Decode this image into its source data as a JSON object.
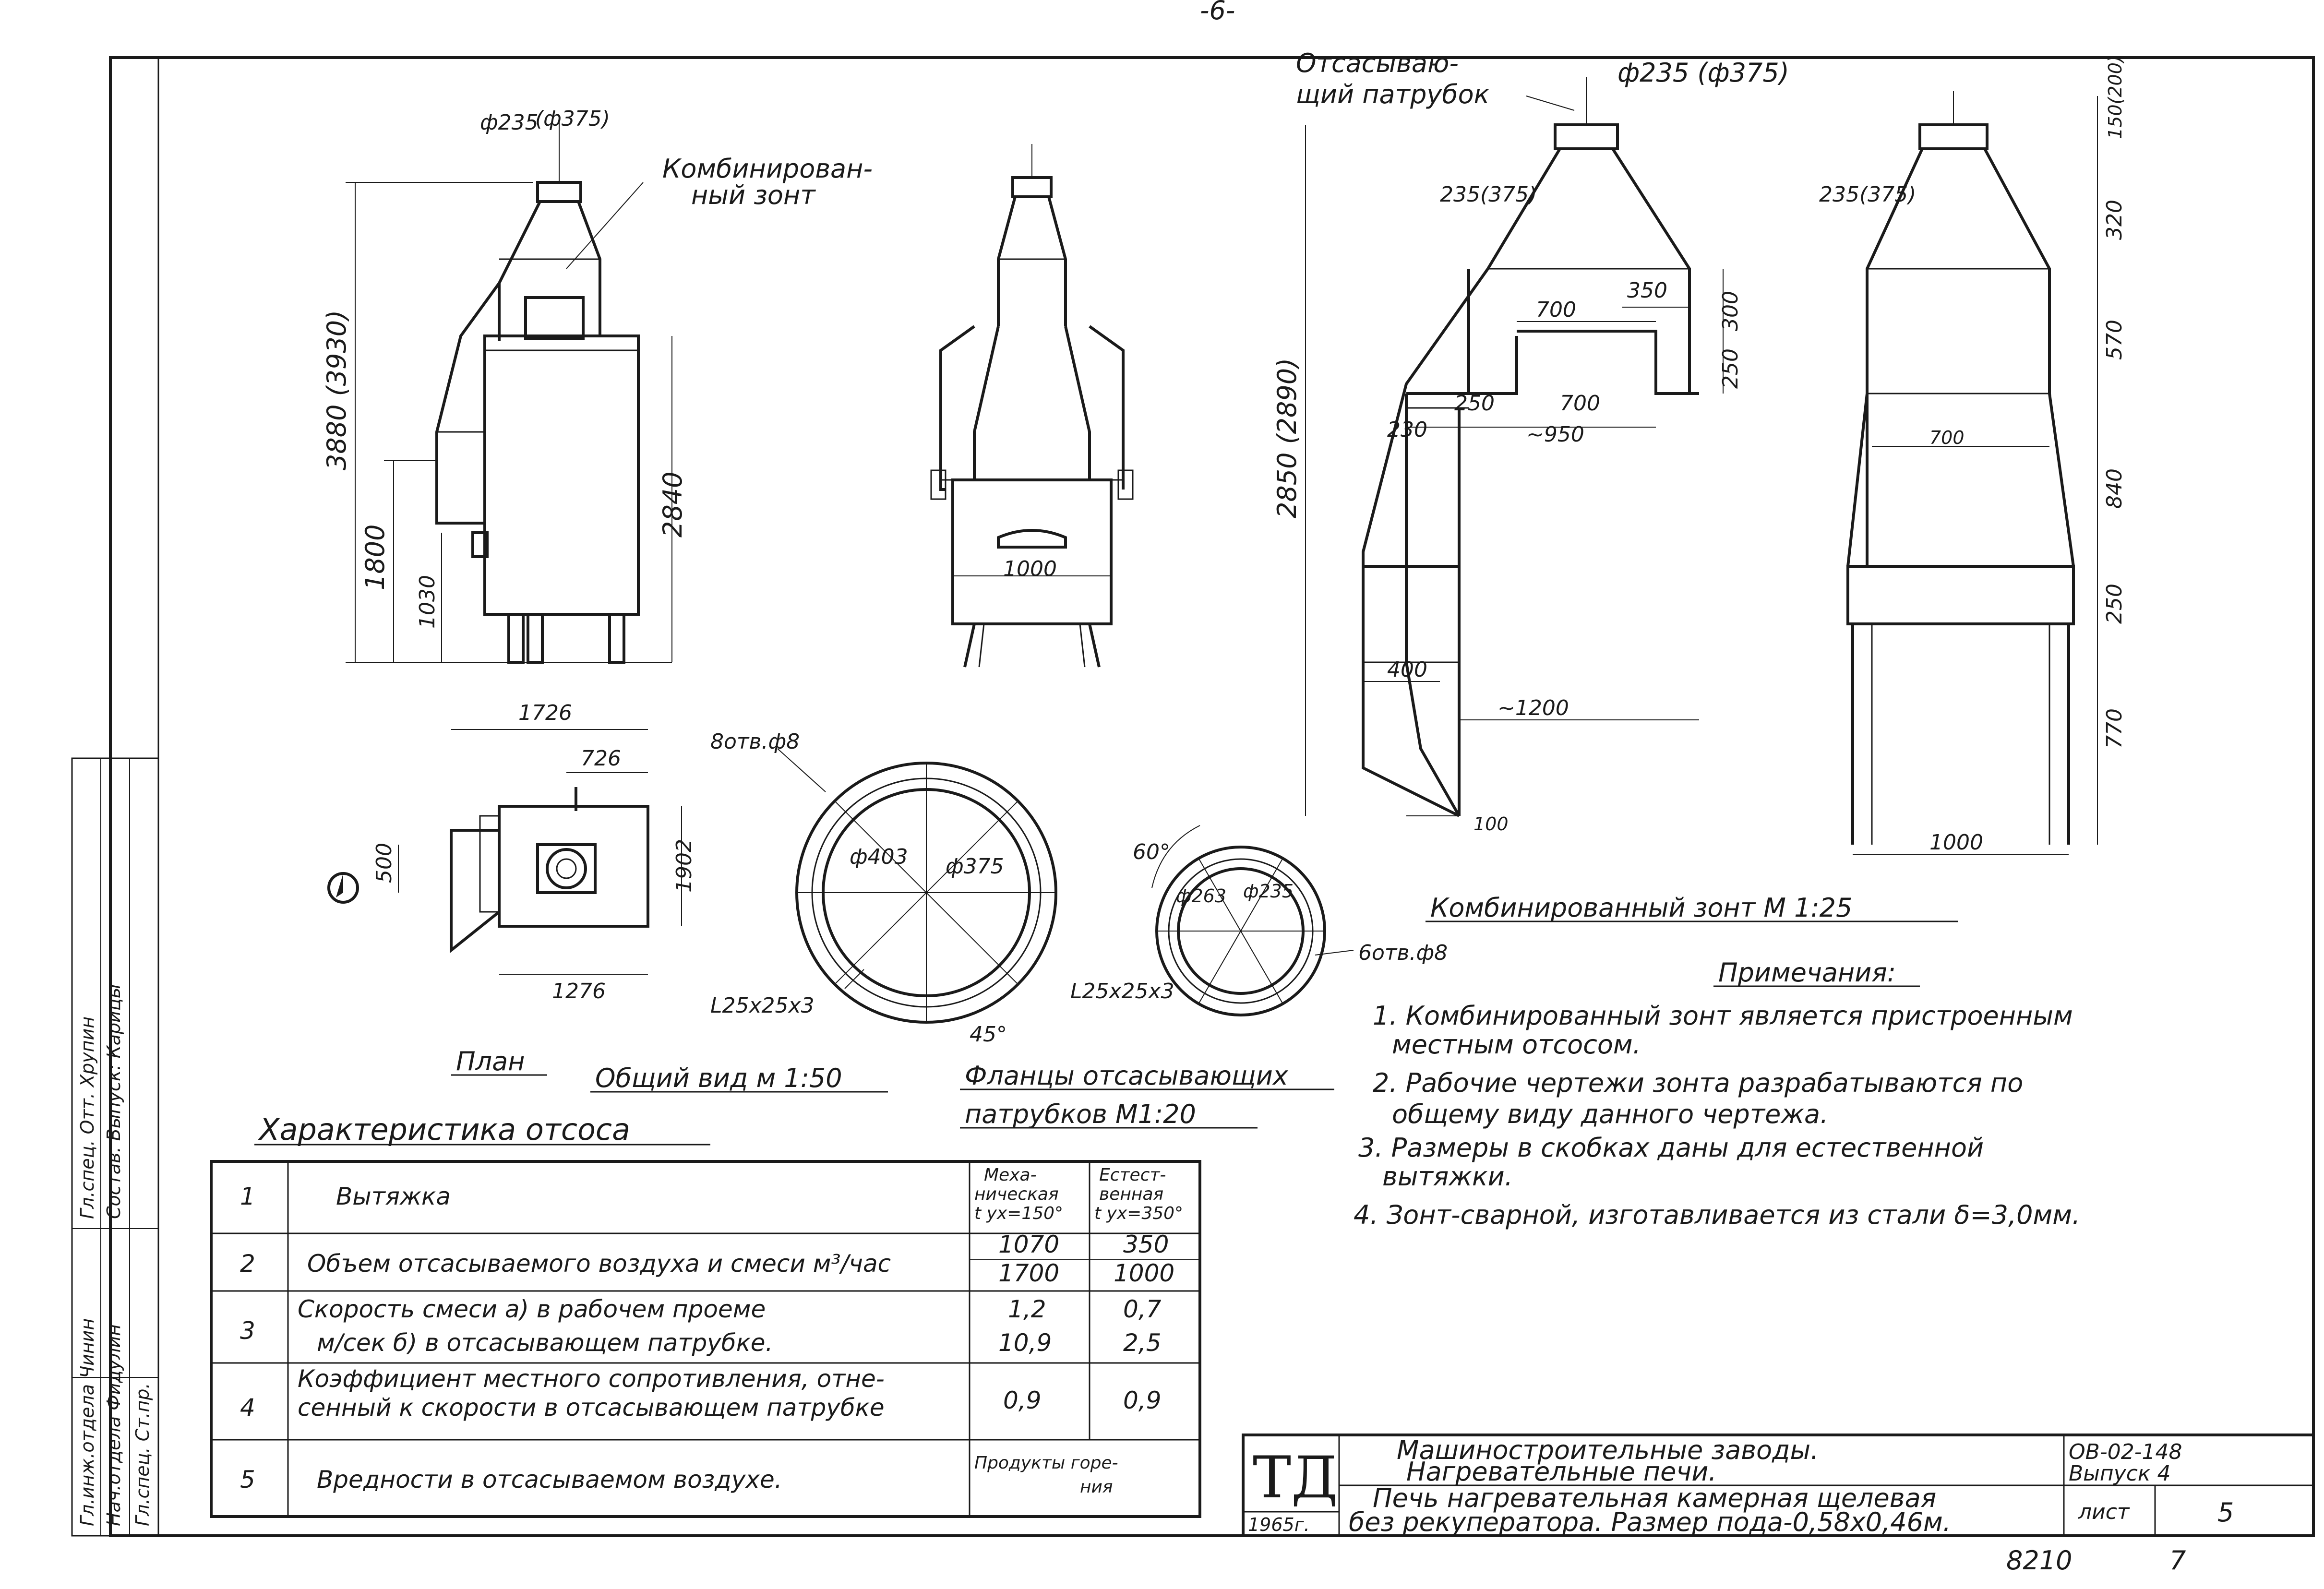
{
  "page_number": "-6-",
  "general_view": {
    "label_hood": "Комбинирован-\nный зонт",
    "top_dim": "ф235",
    "top_dim_alt": "(ф375)",
    "height_total": "3880 (3930)",
    "height_1800": "1800",
    "height_1030": "1030",
    "height_2840": "2840",
    "dim_1000": "1000",
    "caption": "Общий вид м 1:50"
  },
  "plan": {
    "dim_1726": "1726",
    "dim_726": "726",
    "dim_500": "500",
    "dim_1902": "1902",
    "dim_1276": "1276",
    "caption": "План"
  },
  "flanges": {
    "holes_left": "8отв.ф8",
    "d403": "ф403",
    "d375": "ф375",
    "angle_left": "L25x25x3",
    "angle_45": "45°",
    "angle_60": "60°",
    "d263": "ф263",
    "d235": "ф235",
    "angle_right": "L25x25x3",
    "holes_right": "6отв.ф8",
    "caption_line1": "Фланцы отсасывающих",
    "caption_line2": "патрубков  М1:20"
  },
  "hood_detail": {
    "label_outlet": "Отсасываю-\nщий патрубок",
    "top_dim": "ф235 (ф375)",
    "dim_235_375_left": "235(375)",
    "dim_235_375_right": "235(375)",
    "dim_150_200": "150(200)",
    "dim_350": "350",
    "dim_700_top": "700",
    "dim_300": "300",
    "dim_250_v": "250",
    "dim_250_h": "250",
    "dim_700_mid": "700",
    "dim_230": "230",
    "dim_950": "~950",
    "height_total": "2850 (2890)",
    "dim_400": "400",
    "dim_1200": "~1200",
    "dim_100": "100",
    "side_320": "320",
    "side_570": "570",
    "side_700": "700",
    "side_840": "840",
    "side_250": "250",
    "side_770": "770",
    "side_1000": "1000",
    "caption": "Комбинированный зонт  М 1:25"
  },
  "notes": {
    "title": "Примечания:",
    "items": [
      "1. Комбинированный зонт является пристроенным",
      "местным отсосом.",
      "2. Рабочие чертежи зонта разрабатываются по",
      "общему виду данного чертежа.",
      "3. Размеры  в скобках даны для естественной",
      "вытяжки.",
      "4. Зонт-сварной, изготавливается из стали δ=3,0мм."
    ]
  },
  "characteristics": {
    "title": "Характеристика отсоса",
    "header": {
      "num": "1",
      "name": "Вытяжка",
      "col_mech": "Меха-\nническая\nt ух=150°",
      "col_nat": "Естест-\nвенная\nt ух=350°"
    },
    "rows": [
      {
        "num": "2",
        "name": "Объем отсасываемого воздуха и смеси м³/час",
        "mech": "1070\n1700",
        "nat": "350\n1000"
      },
      {
        "num": "3",
        "name": "Скорость смеси    а) в рабочем проеме\n       м/сек      б) в отсасывающем патрубке.",
        "mech": "1,2\n10,9",
        "nat": "0,7\n2,5"
      },
      {
        "num": "4",
        "name": "Коэффициент местного сопротивления, отне-\nсенный к скорости в отсасывающем патрубке",
        "mech": "0,9",
        "nat": "0,9"
      },
      {
        "num": "5",
        "name": "Вредности в отсасываемом воздухе.",
        "mech": "Продукты горе-\nния",
        "nat": ""
      }
    ]
  },
  "stamp": {
    "logo": "ТД",
    "year": "1965г.",
    "org_line1": "Машиностроительные заводы.",
    "org_line2": "Нагревательные печи.",
    "doc_line1": "Печь нагревательная камерная щелевая",
    "doc_line2": "без рекуператора. Размер пода-0,58х0,46м.",
    "code": "ОВ-02-148",
    "issue": "Выпуск 4",
    "sheet_label": "лист",
    "sheet_num": "5",
    "bottom_code": "8210",
    "bottom_num": "7"
  },
  "side_stamp": {
    "rows": [
      "Гл.инж.отдела  Чинин",
      "Нач.отдела  Фидулин",
      "Гл.спец. Ст.пр.",
      "Гл.спец. Отт. Хрупин",
      "Состав.  Выпуск: Карицы"
    ]
  }
}
